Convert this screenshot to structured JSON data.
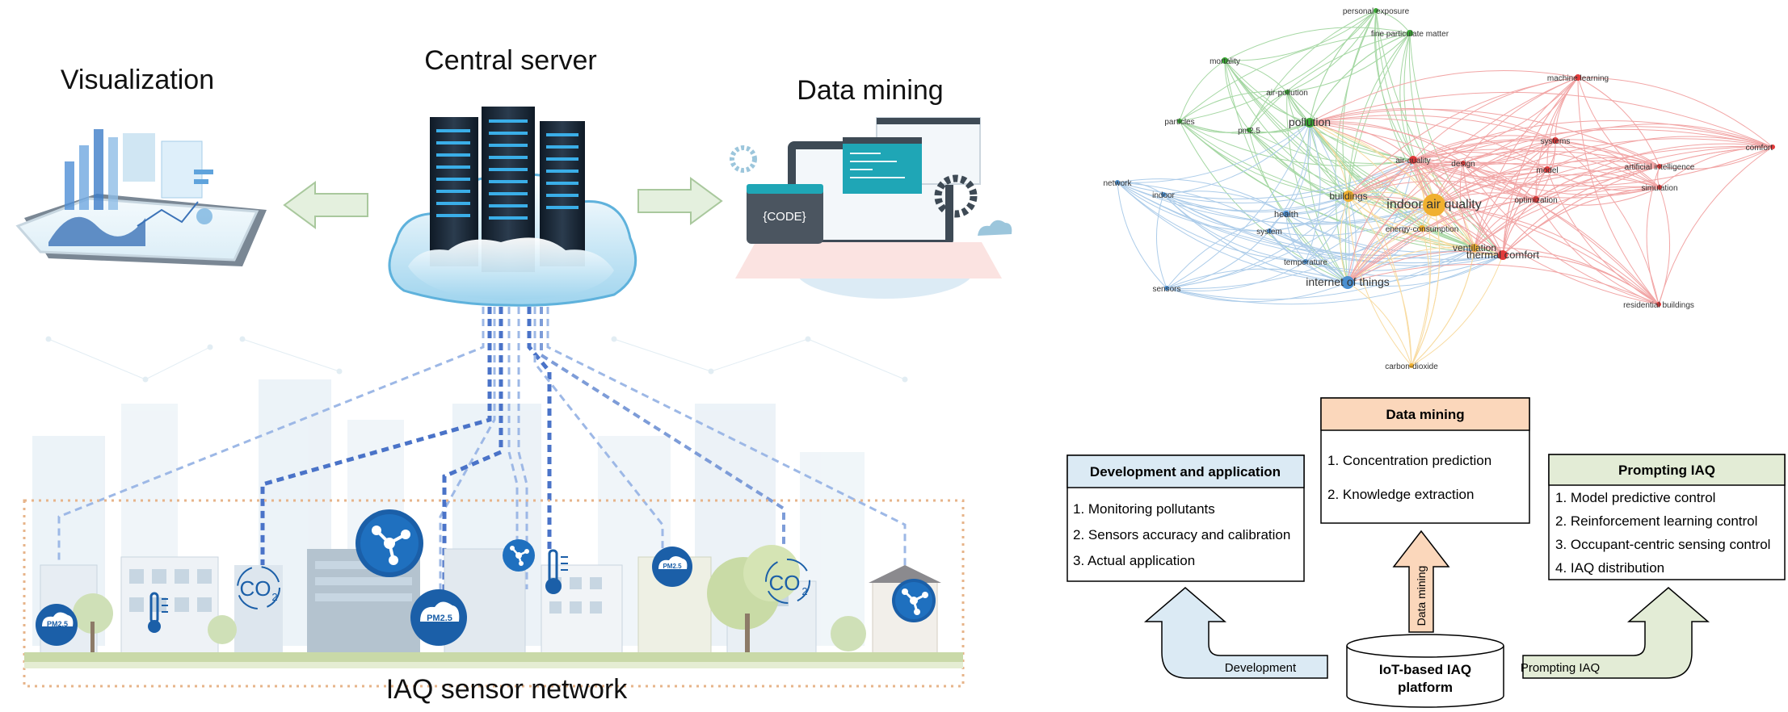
{
  "left_panel": {
    "visualization_label": "Visualization",
    "server_label": "Central server",
    "datamining_label": "Data mining",
    "code_label": "{CODE}",
    "network_label": "IAQ sensor network",
    "co2_label": "CO",
    "co2_sub": "2",
    "pm_label": "PM2.5"
  },
  "network_map": {
    "nodes": [
      {
        "label": "personal exposure",
        "cluster": "green"
      },
      {
        "label": "fine particulate matter",
        "cluster": "green"
      },
      {
        "label": "mortality",
        "cluster": "green"
      },
      {
        "label": "air-pollution",
        "cluster": "green"
      },
      {
        "label": "particles",
        "cluster": "green"
      },
      {
        "label": "pm2.5",
        "cluster": "green"
      },
      {
        "label": "pollution",
        "cluster": "green"
      },
      {
        "label": "network",
        "cluster": "blue"
      },
      {
        "label": "indoor",
        "cluster": "blue"
      },
      {
        "label": "health",
        "cluster": "blue"
      },
      {
        "label": "system",
        "cluster": "blue"
      },
      {
        "label": "temperature",
        "cluster": "blue"
      },
      {
        "label": "sensors",
        "cluster": "blue"
      },
      {
        "label": "internet of things",
        "cluster": "blue"
      },
      {
        "label": "buildings",
        "cluster": "yellow"
      },
      {
        "label": "indoor air quality",
        "cluster": "yellow"
      },
      {
        "label": "energy-consumption",
        "cluster": "yellow"
      },
      {
        "label": "ventilation",
        "cluster": "yellow"
      },
      {
        "label": "carbon-dioxide",
        "cluster": "yellow"
      },
      {
        "label": "air-quality",
        "cluster": "red"
      },
      {
        "label": "design",
        "cluster": "red"
      },
      {
        "label": "machine learning",
        "cluster": "red"
      },
      {
        "label": "systems",
        "cluster": "red"
      },
      {
        "label": "model",
        "cluster": "red"
      },
      {
        "label": "optimization",
        "cluster": "red"
      },
      {
        "label": "thermal comfort",
        "cluster": "red"
      },
      {
        "label": "artificial intelligence",
        "cluster": "red"
      },
      {
        "label": "simulation",
        "cluster": "red"
      },
      {
        "label": "comfort",
        "cluster": "red"
      },
      {
        "label": "residential buildings",
        "cluster": "red"
      }
    ],
    "colors": {
      "green": "#3aa835",
      "blue": "#4a8fd0",
      "yellow": "#f0b030",
      "red": "#e23a3a"
    }
  },
  "flowchart": {
    "data_mining": {
      "title": "Data mining",
      "items": [
        "1. Concentration prediction",
        "2. Knowledge extraction"
      ]
    },
    "development": {
      "title": "Development and application",
      "items": [
        "1. Monitoring pollutants",
        "2. Sensors accuracy and calibration",
        "3. Actual application"
      ]
    },
    "prompting": {
      "title": "Prompting IAQ",
      "items": [
        "1. Model predictive control",
        "2. Reinforcement learning control",
        "3. Occupant-centric sensing control",
        "4. IAQ distribution"
      ]
    },
    "platform_line1": "IoT-based IAQ",
    "platform_line2": "platform",
    "arrow_development": "Development",
    "arrow_prompting": "Prompting IAQ",
    "arrow_datamining": "Data mining",
    "colors": {
      "data_mining_header": "#fbd7bb",
      "development_header": "#dbeaf4",
      "prompting_header": "#e3ecd6",
      "border": "#000000"
    }
  }
}
